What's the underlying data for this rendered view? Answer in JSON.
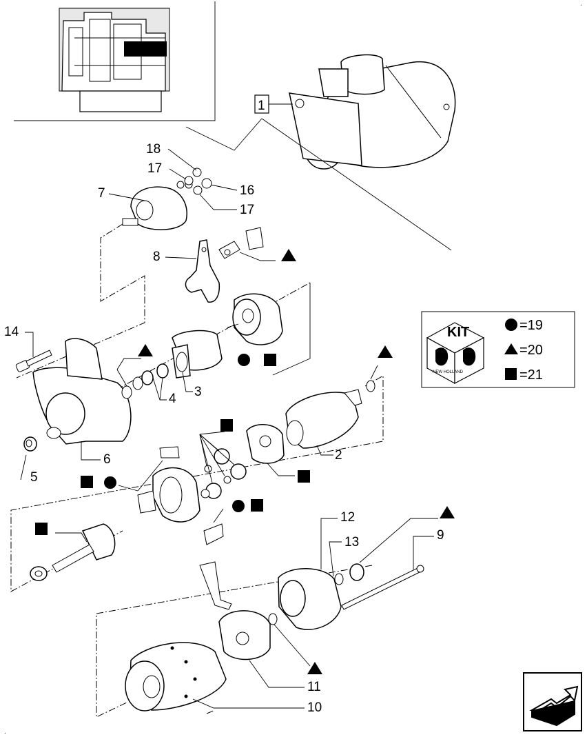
{
  "callouts": {
    "c1": "1",
    "c2": "2",
    "c3": "3",
    "c4": "4",
    "c5": "5",
    "c6": "6",
    "c7": "7",
    "c8": "8",
    "c9": "9",
    "c10": "10",
    "c11": "11",
    "c12": "12",
    "c13": "13",
    "c14": "14",
    "c16": "16",
    "c17a": "17",
    "c17b": "17",
    "c18": "18"
  },
  "kit_legend": {
    "title": "KIT",
    "logo_text": "NEW HOLLAND",
    "circle_value": "=19",
    "triangle_value": "=20",
    "square_value": "=21"
  },
  "symbols": [
    "circle",
    "triangle",
    "square"
  ],
  "icons": {
    "kit_box": "kit-box-icon",
    "navigation": "return-arrow-icon"
  }
}
